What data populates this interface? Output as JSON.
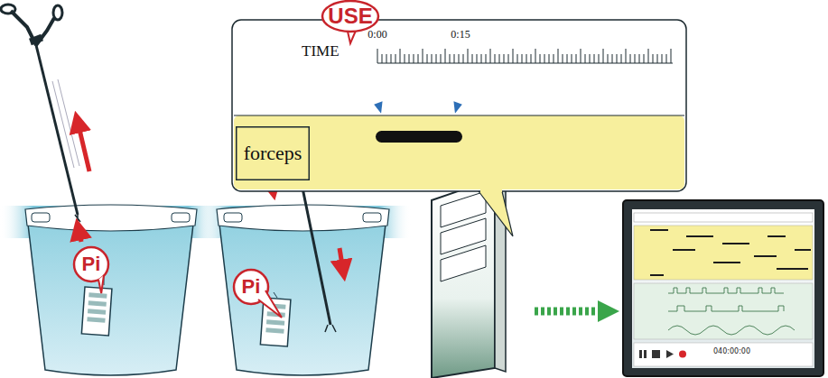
{
  "diagram": {
    "nodes": [
      {
        "text": [
          "Pi"
        ]
      },
      {
        "text": [
          "Pi"
        ]
      },
      {
        "text": [
          "USE"
        ]
      },
      {
        "text": [
          "forceps"
        ]
      }
    ],
    "labels": [
      "TIME",
      "0:00",
      "0:15",
      "040:00:00"
    ]
  }
}
